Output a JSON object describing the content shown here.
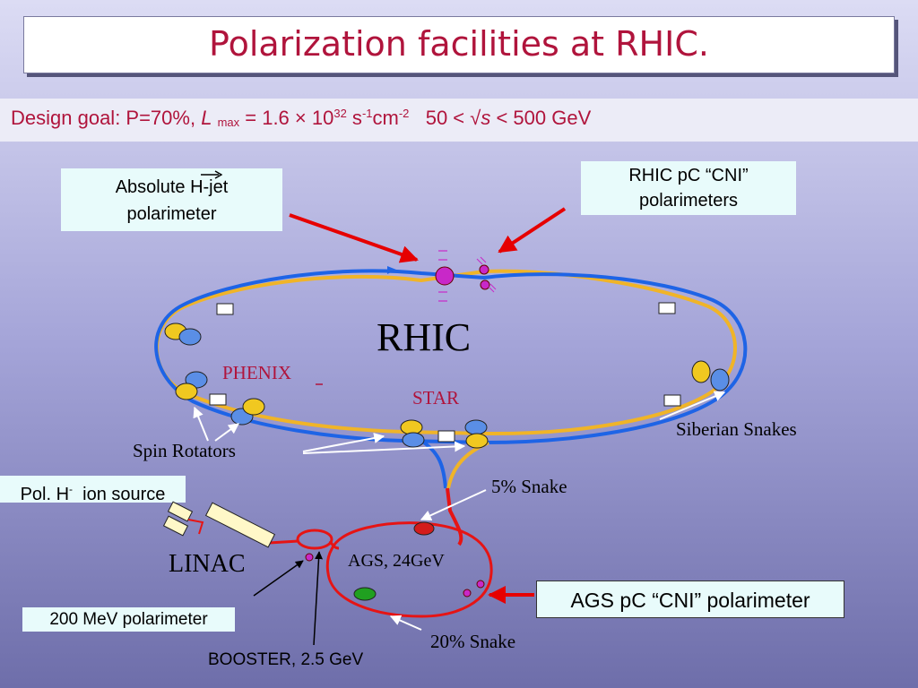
{
  "title": "Polarization facilities at RHIC.",
  "design_goal": {
    "prefix": "Design goal: P=70%,  ",
    "l_symbol": "L",
    "l_subscript": "max",
    "equals": " = 1.6 × 10",
    "exp1": "32",
    "units1": " s",
    "exp2": "-1",
    "units2": "cm",
    "exp3": "-2",
    "range_prefix": "   50 < √",
    "s_symbol": "s",
    "range_suffix": " < 500 GeV"
  },
  "callouts": {
    "hjet_line1": "Absolute H-jet",
    "hjet_line2": "polarimeter",
    "cni_line1": "RHIC pC “CNI”",
    "cni_line2": "polarimeters",
    "pol_source_prefix": "Pol. H",
    "pol_source_sup": "-",
    "pol_source_suffix": "  ion source",
    "mev_polarimeter": "200 MeV polarimeter",
    "ags_cni": "AGS pC “CNI” polarimeter"
  },
  "labels": {
    "rhic": "RHIC",
    "phenix": "PHENIX",
    "star": "STAR",
    "siberian_snakes": "Siberian Snakes",
    "spin_rotators": "Spin Rotators",
    "snake_5": "5% Snake",
    "snake_20": "20% Snake",
    "linac": "LINAC",
    "ags": "AGS, 24GeV",
    "booster": "BOOSTER, 2.5 GeV"
  },
  "colors": {
    "title": "#b0143c",
    "blue_ring": "#1e64e6",
    "yellow_ring": "#f0b428",
    "red_line": "#e61414",
    "arrow_red": "#e60000",
    "callout_bg": "#e8fbfb",
    "magenta": "#c828c8"
  }
}
